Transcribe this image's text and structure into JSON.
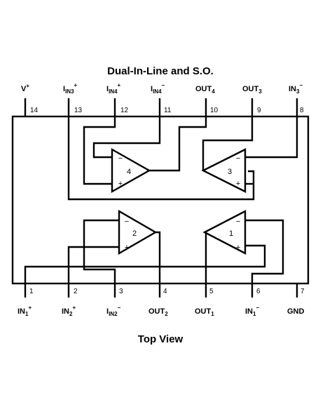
{
  "title": "Dual-In-Line and S.O.",
  "footer": "Top View",
  "top_pins": [
    {
      "num": "14",
      "main": "V",
      "sub": "",
      "sup": "+"
    },
    {
      "num": "13",
      "main": "I",
      "sub": "IN3",
      "sup": "+"
    },
    {
      "num": "12",
      "main": "I",
      "sub": "IN4",
      "sup": "+"
    },
    {
      "num": "11",
      "main": "I",
      "sub": "IN4",
      "sup": "−"
    },
    {
      "num": "10",
      "main": "OUT",
      "sub": "4",
      "sup": ""
    },
    {
      "num": "9",
      "main": "OUT",
      "sub": "3",
      "sup": ""
    },
    {
      "num": "8",
      "main": "IN",
      "sub": "3",
      "sup": "−"
    }
  ],
  "bottom_pins": [
    {
      "num": "1",
      "main": "IN",
      "sub": "1",
      "sup": "+"
    },
    {
      "num": "2",
      "main": "IN",
      "sub": "2",
      "sup": "+"
    },
    {
      "num": "3",
      "main": "I",
      "sub": "IN2",
      "sup": "−"
    },
    {
      "num": "4",
      "main": "OUT",
      "sub": "2",
      "sup": ""
    },
    {
      "num": "5",
      "main": "OUT",
      "sub": "1",
      "sup": ""
    },
    {
      "num": "6",
      "main": "IN",
      "sub": "1",
      "sup": "−"
    },
    {
      "num": "7",
      "main": "GND",
      "sub": "",
      "sup": ""
    }
  ],
  "amplifiers": [
    {
      "id": "4",
      "minus": "−",
      "plus": "+"
    },
    {
      "id": "3",
      "minus": "−",
      "plus": "+"
    },
    {
      "id": "2",
      "minus": "−",
      "plus": "+"
    },
    {
      "id": "1",
      "minus": "−",
      "plus": "+"
    }
  ]
}
